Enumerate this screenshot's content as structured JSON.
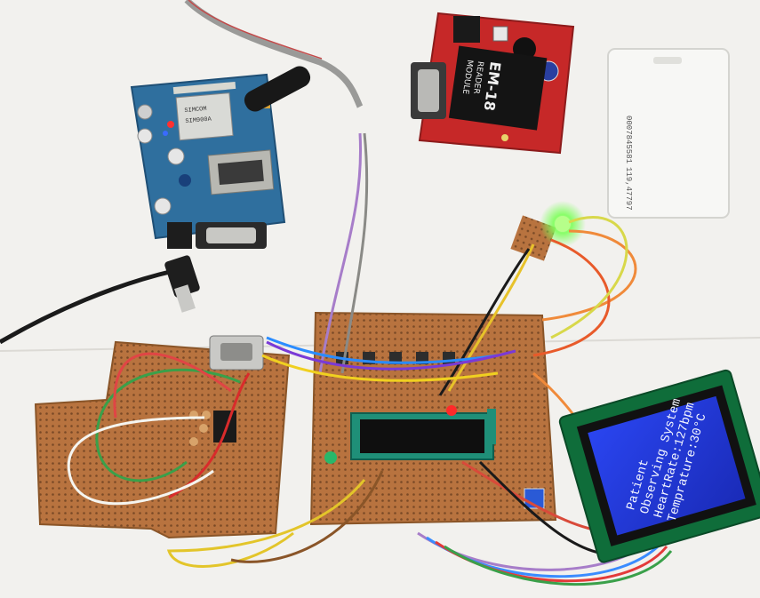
{
  "gsm_module": {
    "chip_brand": "SIMCOM",
    "chip_model": "SIM900A"
  },
  "rfid_reader": {
    "title": "EM-18",
    "subtitle_1": "READER",
    "subtitle_2": "MODULE"
  },
  "rfid_card": {
    "number_1": "0007845581",
    "number_2": "119,47797"
  },
  "lcd": {
    "line_1": "Patient",
    "line_2": "Observing System",
    "line_3": "HeartRate:127bpm",
    "line_4": "Temprature:30°C"
  },
  "colors": {
    "background": "#f2f1ee",
    "gsm_board": "#2f6f9e",
    "rfid_board": "#c62828",
    "perfboard": "#b8733f",
    "lcd_screen": "#1f35d6",
    "lcd_bezel": "#0f6d3a",
    "green_led_glow": "#7dff5a"
  }
}
